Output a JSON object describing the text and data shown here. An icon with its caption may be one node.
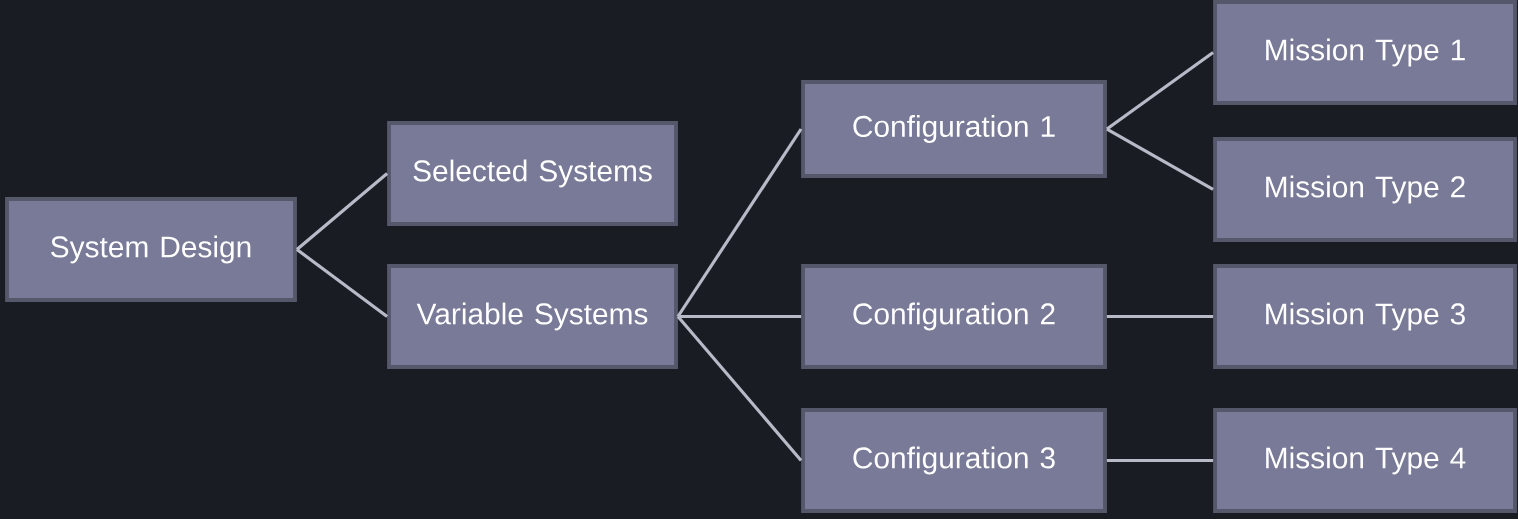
{
  "diagram": {
    "nodes": [
      {
        "text": [
          "System Design"
        ]
      },
      {
        "text": [
          "Selected Systems"
        ]
      },
      {
        "text": [
          "Variable Systems"
        ]
      },
      {
        "text": [
          "Configuration 1"
        ]
      },
      {
        "text": [
          "Configuration 2"
        ]
      },
      {
        "text": [
          "Configuration 3"
        ]
      },
      {
        "text": [
          "Mission Type 1"
        ]
      },
      {
        "text": [
          "Mission Type 2"
        ]
      },
      {
        "text": [
          "Mission Type 3"
        ]
      },
      {
        "text": [
          "Mission Type 4"
        ]
      }
    ],
    "edges": [
      {
        "from": 0,
        "to": 1,
        "arrow": "none"
      },
      {
        "from": 0,
        "to": 2,
        "arrow": "none"
      },
      {
        "from": 2,
        "to": 3,
        "arrow": "none"
      },
      {
        "from": 2,
        "to": 4,
        "arrow": "none"
      },
      {
        "from": 2,
        "to": 5,
        "arrow": "none"
      },
      {
        "from": 3,
        "to": 6,
        "arrow": "none"
      },
      {
        "from": 3,
        "to": 7,
        "arrow": "none"
      },
      {
        "from": 4,
        "to": 8,
        "arrow": "none"
      },
      {
        "from": 5,
        "to": 9,
        "arrow": "none"
      }
    ]
  }
}
